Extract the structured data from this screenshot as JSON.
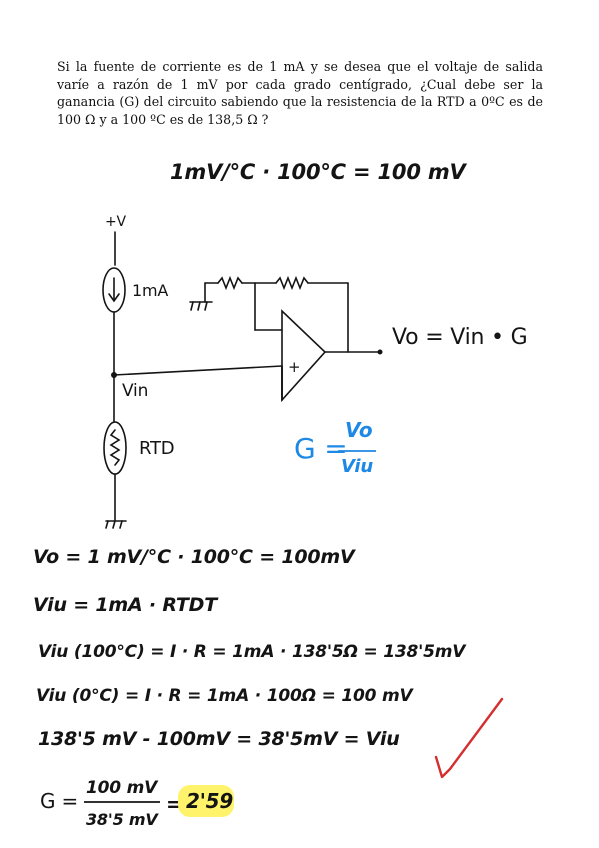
{
  "question": "Si la fuente de corriente es de 1 mA y se desea que el voltaje de salida varíe a razón de 1 mV por cada grado centígrado, ¿Cual debe ser la ganancia (G) del circuito sabiendo que la resistencia de la RTD a 0ºC es de 100 Ω y a 100 ºC es de 138,5  Ω ?",
  "heading_equation": "1mV/°C · 100°C = 100 mV",
  "circuit": {
    "supply_label": "+V",
    "source_label": "1mA",
    "node_label": "Vin",
    "rtd_label": "RTD",
    "plus_sign": "+",
    "output_label": "Vo = Vin • G"
  },
  "gain_formula": {
    "lhs": "G =",
    "numerator": "Vo",
    "denominator": "Viu"
  },
  "steps": [
    "Vo = 1 mV/°C · 100°C = 100mV",
    "Viu = 1mA · RTDT",
    "Viu (100°C) =  I · R = 1mA · 138'5Ω = 138'5mV",
    "Viu (0°C) = I · R =  1mA · 100Ω = 100 mV",
    "138'5 mV - 100mV = 38'5mV = Viu"
  ],
  "final": {
    "lhs": "G =",
    "numerator": "100 mV",
    "denominator": "38'5 mV",
    "equals": "=",
    "result": "2'59"
  },
  "colors": {
    "blue_ink": "#1e88e5",
    "highlight": "#fff36b",
    "check": "#d32f2f"
  }
}
